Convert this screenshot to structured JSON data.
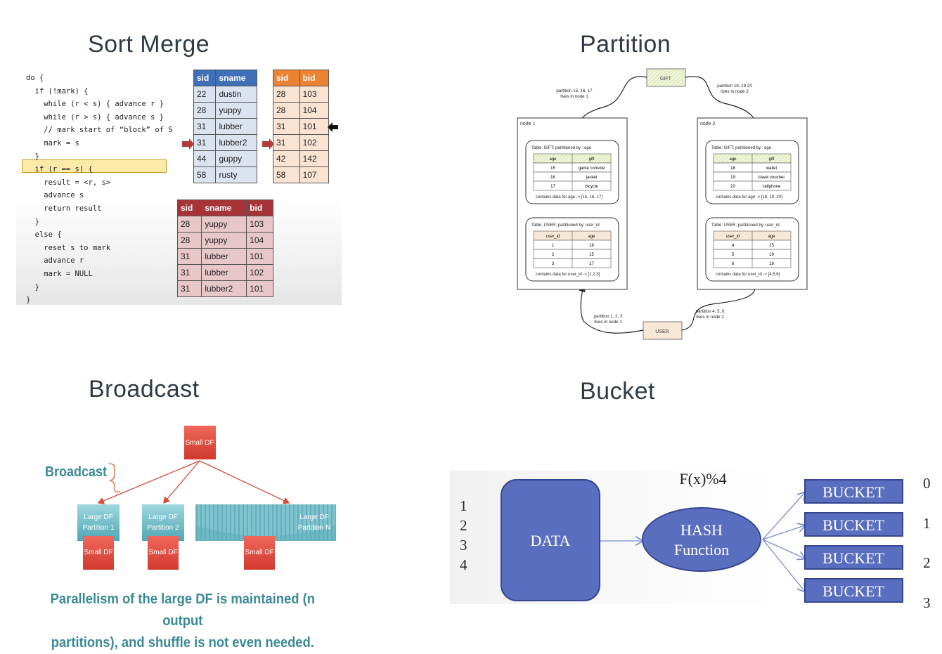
{
  "headings": {
    "sort_merge": "Sort Merge",
    "partition": "Partition",
    "broadcast": "Broadcast",
    "bucket": "Bucket"
  },
  "sort_merge": {
    "code_lines": [
      "do {",
      "  if (!mark) {",
      "    while (r < s) { advance r }",
      "    while (r > s) { advance s }",
      "    // mark start of “block” of S",
      "    mark = s",
      "  }",
      "  if (r == s) {",
      "    result = <r, s>",
      "    advance s",
      "    return result",
      "  }",
      "  else {",
      "    reset s to mark",
      "    advance r",
      "    mark = NULL",
      "  }",
      "}"
    ],
    "sailors": {
      "headers": [
        "sid",
        "sname"
      ],
      "rows": [
        [
          "22",
          "dustin"
        ],
        [
          "28",
          "yuppy"
        ],
        [
          "31",
          "lubber"
        ],
        [
          "31",
          "lubber2"
        ],
        [
          "44",
          "guppy"
        ],
        [
          "58",
          "rusty"
        ]
      ]
    },
    "reserves": {
      "headers": [
        "sid",
        "bid"
      ],
      "rows": [
        [
          "28",
          "103"
        ],
        [
          "28",
          "104"
        ],
        [
          "31",
          "101"
        ],
        [
          "31",
          "102"
        ],
        [
          "42",
          "142"
        ],
        [
          "58",
          "107"
        ]
      ]
    },
    "result": {
      "headers": [
        "sid",
        "sname",
        "bid"
      ],
      "rows": [
        [
          "28",
          "yuppy",
          "103"
        ],
        [
          "28",
          "yuppy",
          "104"
        ],
        [
          "31",
          "lubber",
          "101"
        ],
        [
          "31",
          "lubber",
          "102"
        ],
        [
          "31",
          "lubber2",
          "101"
        ]
      ]
    },
    "colors": {
      "blue": "#3f70b7",
      "orange": "#ea8232",
      "red": "#a63338",
      "blue_cell": "#dbe3ef",
      "orange_cell": "#fbe3d4",
      "red_cell": "#e8c7c8"
    }
  },
  "partition": {
    "gift_label": "GIFT",
    "user_label": "USER",
    "gift_to_node1": [
      "partition 15, 16, 17",
      "lives in node 1"
    ],
    "gift_to_node2": [
      "partition 18, 19 20",
      "lives in node 2"
    ],
    "user_to_node1": [
      "partition 1, 2, 3",
      "lives in node 1"
    ],
    "user_to_node2": [
      "partition 4, 5, 6",
      "lives in node 2"
    ],
    "node1": {
      "label": "node 1",
      "gift_title": "Table: GIFT;    partitioned by : age",
      "gift_headers": [
        "age",
        "gift"
      ],
      "gift_rows": [
        [
          "15",
          "game console"
        ],
        [
          "16",
          "jacket"
        ],
        [
          "17",
          "bicycle"
        ]
      ],
      "gift_note": "contains data for age -> [15, 16, 17]",
      "user_title": "Table: USER;   partitioned by: user_id",
      "user_headers": [
        "user_id",
        "age"
      ],
      "user_rows": [
        [
          "1",
          "18"
        ],
        [
          "2",
          "15"
        ],
        [
          "3",
          "17"
        ]
      ],
      "user_note": "contains data for user_id -> [1,2,3]"
    },
    "node2": {
      "label": "node 2",
      "gift_title": "Table: GIFT;    partitioned by : age",
      "gift_headers": [
        "age",
        "gift"
      ],
      "gift_rows": [
        [
          "18",
          "wallet"
        ],
        [
          "19",
          "travel voucher"
        ],
        [
          "20",
          "cellphone"
        ]
      ],
      "gift_note": "contains data for age -> [18, 19, 20]",
      "user_title": "Table: USER;   partitioned by: user_id",
      "user_headers": [
        "user_id",
        "age"
      ],
      "user_rows": [
        [
          "4",
          "15"
        ],
        [
          "5",
          "19"
        ],
        [
          "6",
          "18"
        ]
      ],
      "user_note": "contains data for user_id -> [4,5,6]"
    }
  },
  "broadcast": {
    "label": "Broadcast",
    "small_df": "Small DF",
    "large_1": [
      "Large DF",
      "Partition 1"
    ],
    "large_2": [
      "Large DF",
      "Partition 2"
    ],
    "large_n": [
      "Large DF",
      "Partition N"
    ],
    "caption_line1": "Parallelism of the large DF is maintained (n output",
    "caption_line2": "partitions), and shuffle is not even needed.",
    "colors": {
      "teal": "#3a8a94",
      "red": "#e0453a"
    }
  },
  "bucket": {
    "numbers": [
      "1",
      "2",
      "3",
      "4"
    ],
    "data_label": "DATA",
    "formula": "F(x)%4",
    "hash_line1": "HASH",
    "hash_line2": "Function",
    "bucket_label": "BUCKET",
    "indices": [
      "0",
      "1",
      "2",
      "3"
    ],
    "colors": {
      "fill": "#5a6ec0",
      "stroke": "#36468f"
    }
  }
}
